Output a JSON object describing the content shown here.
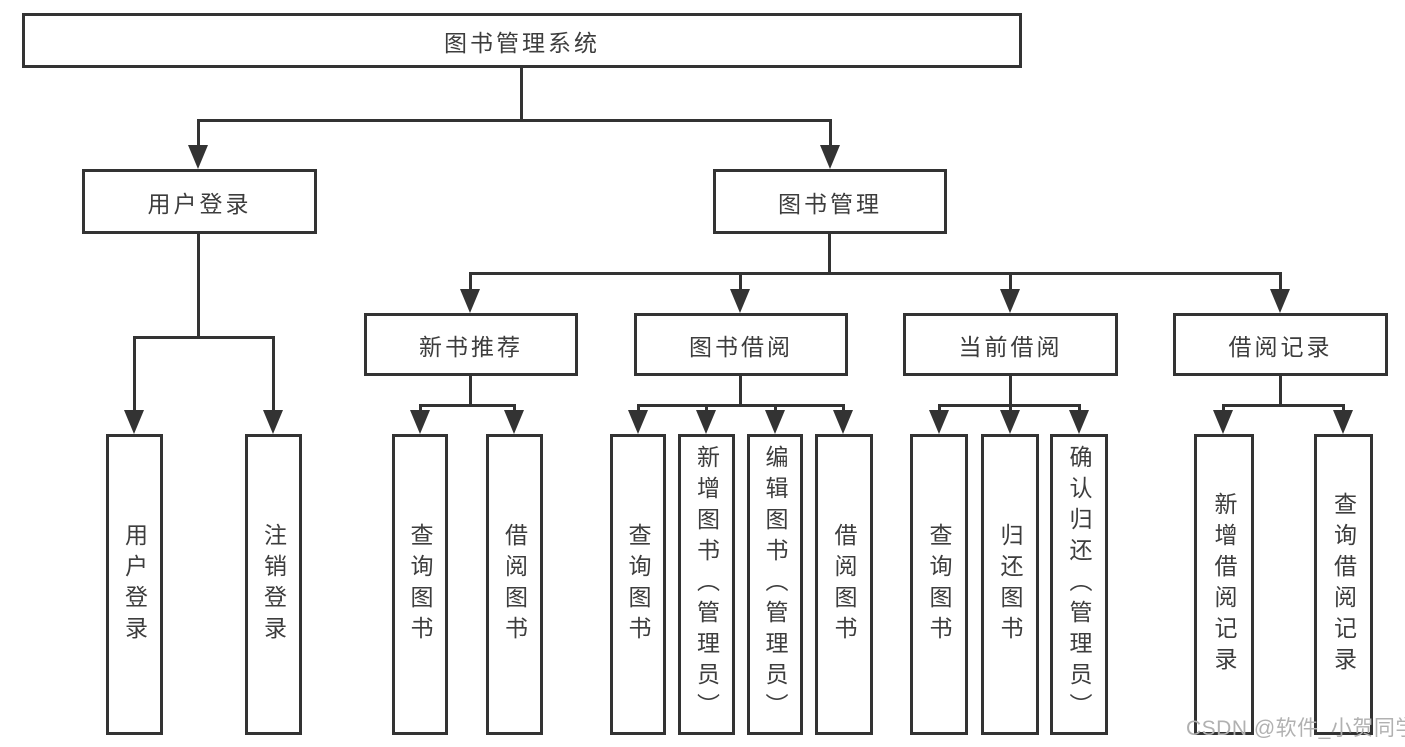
{
  "diagram": {
    "root": {
      "label": "图书管理系统"
    },
    "level2": {
      "user_login": {
        "label": "用户登录",
        "children": [
          {
            "label": "用户登录"
          },
          {
            "label": "注销登录"
          }
        ]
      },
      "book_mgmt": {
        "label": "图书管理",
        "children": [
          {
            "label": "新书推荐",
            "children": [
              {
                "label": "查询图书"
              },
              {
                "label": "借阅图书"
              }
            ]
          },
          {
            "label": "图书借阅",
            "children": [
              {
                "label": "查询图书"
              },
              {
                "label": "新增图书（管理员）"
              },
              {
                "label": "编辑图书（管理员）"
              },
              {
                "label": "借阅图书"
              }
            ]
          },
          {
            "label": "当前借阅",
            "children": [
              {
                "label": "查询图书"
              },
              {
                "label": "归还图书"
              },
              {
                "label": "确认归还（管理员）"
              }
            ]
          },
          {
            "label": "借阅记录",
            "children": [
              {
                "label": "新增借阅记录"
              },
              {
                "label": "查询借阅记录"
              }
            ]
          }
        ]
      }
    }
  },
  "watermark": {
    "text": "CSDN @软件_小贺同学"
  },
  "colors": {
    "line": "#333333",
    "text": "#3d3d3d",
    "background": "#ffffff",
    "watermark": "#b1b1b1"
  }
}
